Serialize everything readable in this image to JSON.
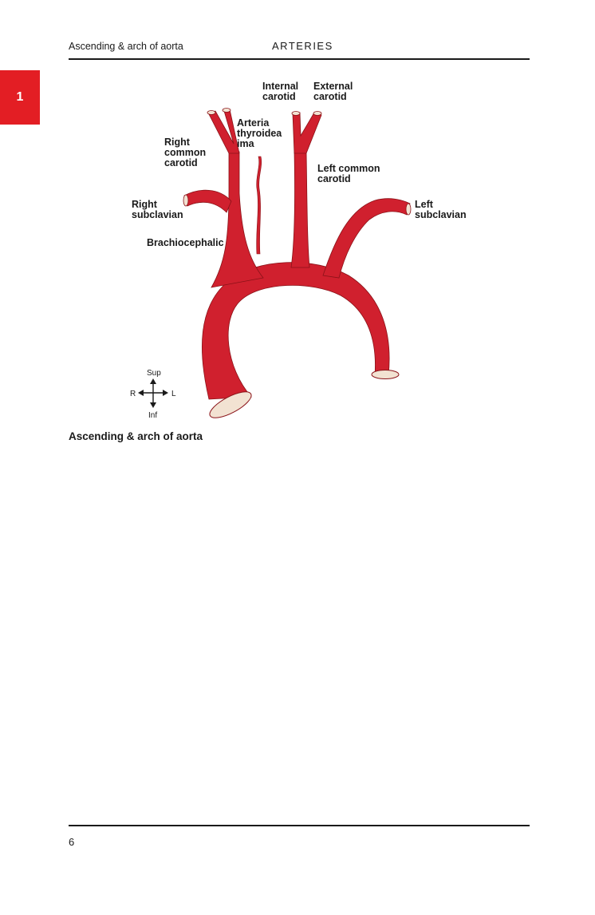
{
  "header": {
    "section_title": "Ascending & arch of aorta",
    "chapter_title": "ARTERIES"
  },
  "chapter_tab": "1",
  "figure": {
    "labels": {
      "internal_carotid_1": "Internal",
      "internal_carotid_2": "carotid",
      "external_carotid_1": "External",
      "external_carotid_2": "carotid",
      "arteria_1": "Arteria",
      "arteria_2": "thyroidea",
      "arteria_3": "ima",
      "right_common_1": "Right",
      "right_common_2": "common",
      "right_common_3": "carotid",
      "left_common_1": "Left common",
      "left_common_2": "carotid",
      "right_subclavian_1": "Right",
      "right_subclavian_2": "subclavian",
      "left_subclavian_1": "Left",
      "left_subclavian_2": "subclavian",
      "brachiocephalic": "Brachiocephalic"
    },
    "compass": {
      "sup": "Sup",
      "inf": "Inf",
      "right": "R",
      "left": "L"
    },
    "colors": {
      "artery": "#d0202e",
      "lumen": "#f2e2d2",
      "outline": "#8a1218"
    }
  },
  "caption": "Ascending & arch of aorta",
  "page_number": "6"
}
